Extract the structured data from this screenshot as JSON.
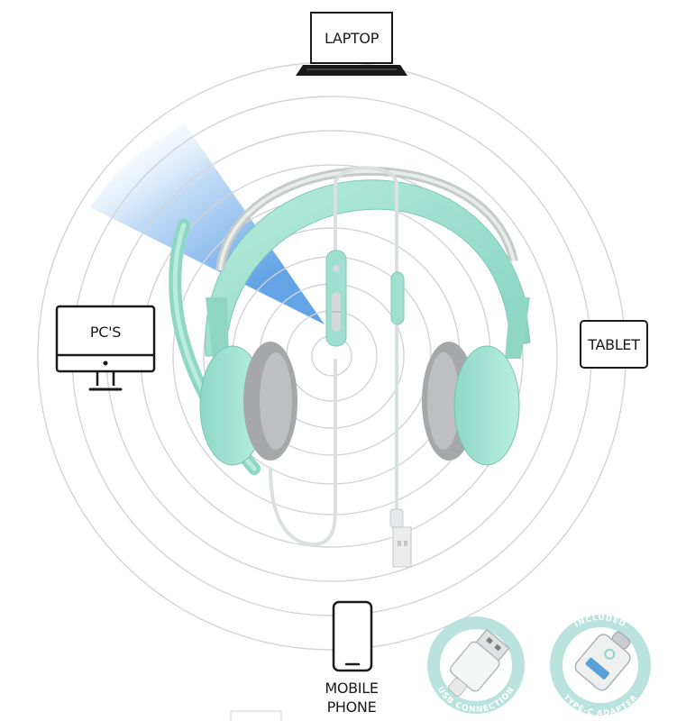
{
  "devices": {
    "laptop": {
      "label": "LAPTOP",
      "icon": "laptop-icon"
    },
    "pc": {
      "label": "PC'S",
      "icon": "desktop-monitor-icon"
    },
    "tablet": {
      "label": "TABLET",
      "icon": "tablet-icon"
    },
    "mobile": {
      "label_line1": "MOBILE",
      "label_line2": "PHONE",
      "icon": "mobile-phone-icon"
    }
  },
  "badges": {
    "usb": {
      "text": "USB CONNECTION",
      "icon": "usb-plug-icon"
    },
    "typec": {
      "text_top": "INCLUDED",
      "text_bottom": "TYPE-C ADAPTER",
      "icon": "type-c-adapter-icon"
    }
  },
  "product": {
    "icon": "headset-icon"
  },
  "colors": {
    "mint": "#9fe0cf",
    "mint_dark": "#7cc9b6",
    "cushion": "#a7a9ab",
    "cable": "#d9dcdd",
    "rings": "#d4d4d4",
    "beam": "#5b9fe6",
    "badge_bg": "#b9e3dc"
  }
}
